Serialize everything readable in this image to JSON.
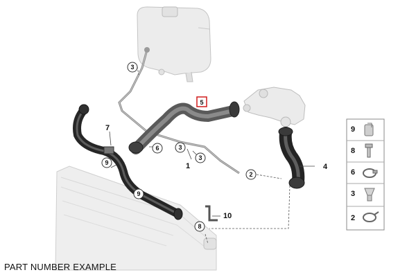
{
  "caption": "PART NUMBER EXAMPLE",
  "callouts": {
    "c1": "1",
    "c2": "2",
    "c3a": "3",
    "c3b": "3",
    "c3c": "3",
    "c4": "4",
    "c5": "5",
    "c6": "6",
    "c7": "7",
    "c8": "8",
    "c9a": "9",
    "c9b": "9",
    "c10": "10"
  },
  "legend": [
    {
      "number": "9",
      "icon": "clip-bracket-icon"
    },
    {
      "number": "8",
      "icon": "bolt-icon"
    },
    {
      "number": "6",
      "icon": "hose-clamp-icon"
    },
    {
      "number": "3",
      "icon": "clip-icon"
    },
    {
      "number": "2",
      "icon": "spring-clamp-icon"
    }
  ],
  "colors": {
    "hose": "#2a2a2a",
    "hose_highlight": "#6b6b6b",
    "ghost_part": "#e6e6e6",
    "ghost_stroke": "#b5b5b5",
    "highlight_box": "#d11b1b"
  }
}
